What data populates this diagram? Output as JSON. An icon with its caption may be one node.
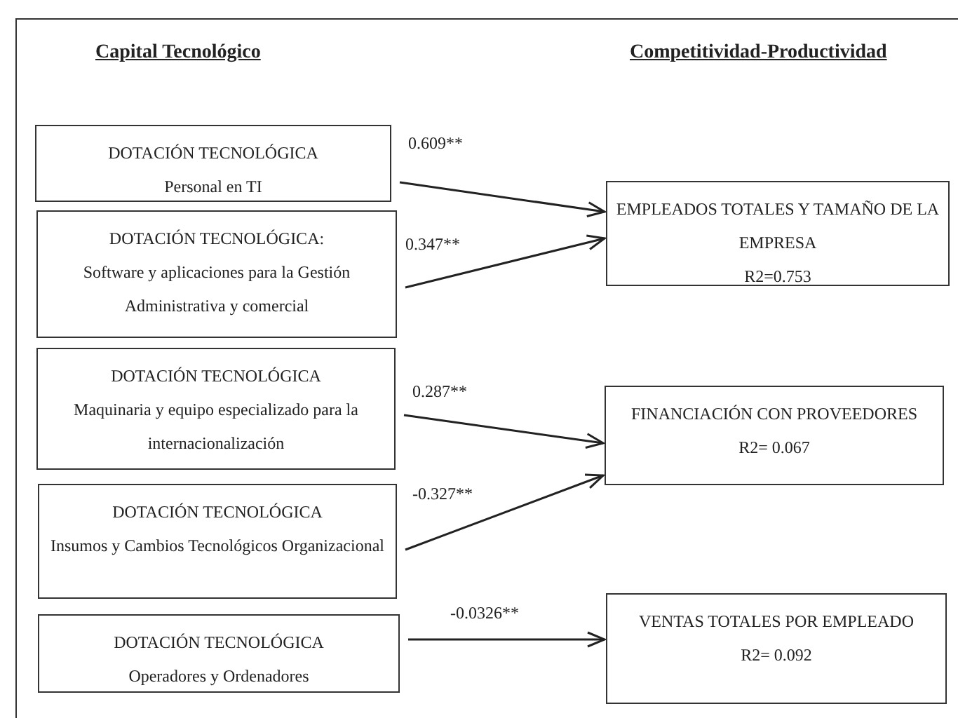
{
  "diagram": {
    "nodes": [
      {
        "text": [
          "DOTACIÓN TECNOLÓGICA",
          "Personal en TI"
        ]
      },
      {
        "text": [
          "DOTACIÓN TECNOLÓGICA:",
          "Software y aplicaciones para la Gestión Administrativa y comercial"
        ]
      },
      {
        "text": [
          "DOTACIÓN TECNOLÓGICA",
          "Maquinaria y equipo especializado para la internacionalización"
        ]
      },
      {
        "text": [
          "DOTACIÓN TECNOLÓGICA",
          "Insumos y Cambios Tecnológicos Organizacional"
        ]
      },
      {
        "text": [
          "DOTACIÓN TECNOLÓGICA",
          "Operadores y Ordenadores"
        ]
      },
      {
        "text": [
          "EMPLEADOS TOTALES Y TAMAÑO DE LA EMPRESA",
          "R2=0.753"
        ]
      },
      {
        "text": [
          "FINANCIACIÓN CON PROVEEDORES",
          "R2= 0.067"
        ]
      },
      {
        "text": [
          "VENTAS TOTALES POR EMPLEADO",
          "R2= 0.092"
        ]
      }
    ],
    "edges": [
      {
        "from": 0,
        "to": 5,
        "arrow": "to",
        "label": "0.609**"
      },
      {
        "from": 1,
        "to": 5,
        "arrow": "to",
        "label": "0.347**"
      },
      {
        "from": 2,
        "to": 6,
        "arrow": "to",
        "label": "0.287**"
      },
      {
        "from": 3,
        "to": 6,
        "arrow": "to",
        "label": "-0.327**"
      },
      {
        "from": 4,
        "to": 7,
        "arrow": "to",
        "label": "-0.0326**"
      }
    ],
    "labels": [
      "Capital Tecnológico",
      "Competitividad-Productividad"
    ]
  }
}
